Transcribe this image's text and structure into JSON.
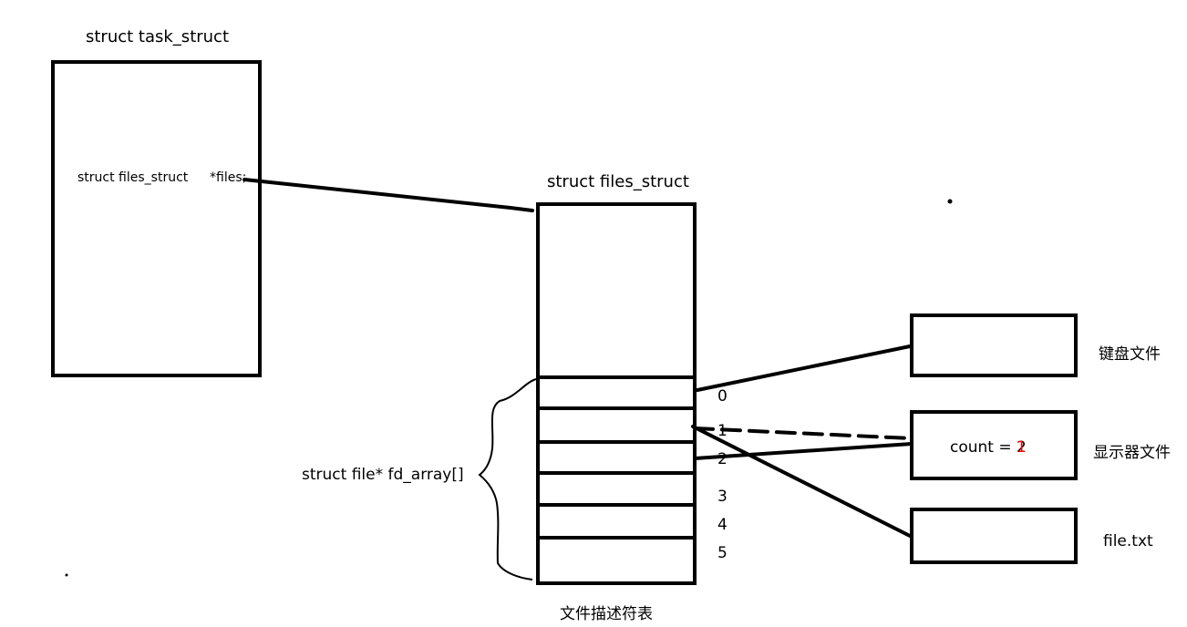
{
  "task_struct": {
    "title": "struct task_struct",
    "field_type": "struct files_struct",
    "field_name": "*files;"
  },
  "files_struct": {
    "title": "struct files_struct",
    "fd_array_label": "struct file* fd_array[]",
    "table_caption": "文件描述符表",
    "indices": [
      "0",
      "1",
      "2",
      "3",
      "4",
      "5"
    ]
  },
  "files": {
    "keyboard": "键盘文件",
    "display": "显示器文件",
    "file_txt": "file.txt",
    "count_prefix": "count = ",
    "count_value_old": "2",
    "count_value_new": "1"
  },
  "colors": {
    "line": "#000000",
    "correction": "#ff0000"
  }
}
